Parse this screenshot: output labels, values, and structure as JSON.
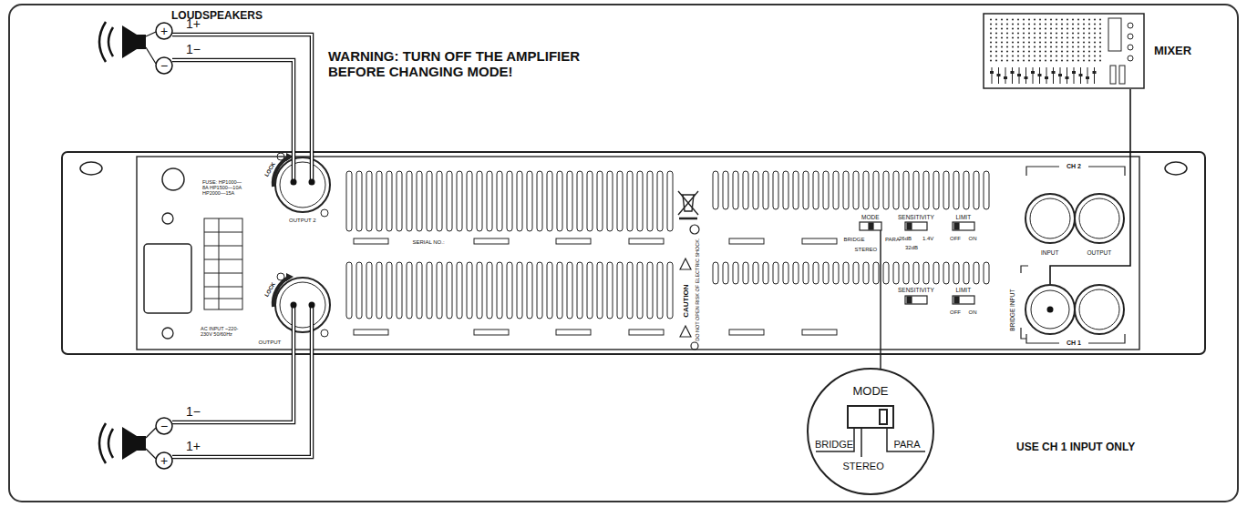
{
  "diagram": {
    "nodes": [
      {
        "text": [
          "MIXER"
        ]
      },
      {
        "text": [
          "BRIDGE INPUT"
        ]
      },
      {
        "text": [
          "MODE",
          "BRIDGE",
          "STEREO",
          "PARA"
        ]
      }
    ],
    "edges": [
      {
        "from": 0,
        "to": 1,
        "arrow": "none"
      }
    ],
    "labels": [
      "LOUDSPEAKERS",
      "+",
      "1+",
      "−",
      "1−",
      "WARNING: TURN OFF THE AMPLIFIER BEFORE CHANGING MODE!",
      "−",
      "1−",
      "+",
      "1+",
      "FUSE: HP1000—8A HP1500—10A HP2000—15A",
      "LOCK",
      "OUTPUT 2",
      "LOCK",
      "OUTPUT",
      "AC INPUT ~220-230V 50/60Hz",
      "SERIAL NO.:",
      "CAUTION",
      "DO NOT OPEN RISK OF ELECTRIC SHOCK.",
      "MODE",
      "BRIDGE",
      "PARA",
      "STEREO",
      "SENSITIVITY",
      "26dB",
      "1.4V",
      "32dB",
      "LIMIT",
      "OFF",
      "ON",
      "SENSITIVITY",
      "LIMIT",
      "OFF",
      "ON",
      "CH 2",
      "INPUT",
      "OUTPUT",
      "CH 1",
      "USE CH 1 INPUT ONLY"
    ]
  }
}
